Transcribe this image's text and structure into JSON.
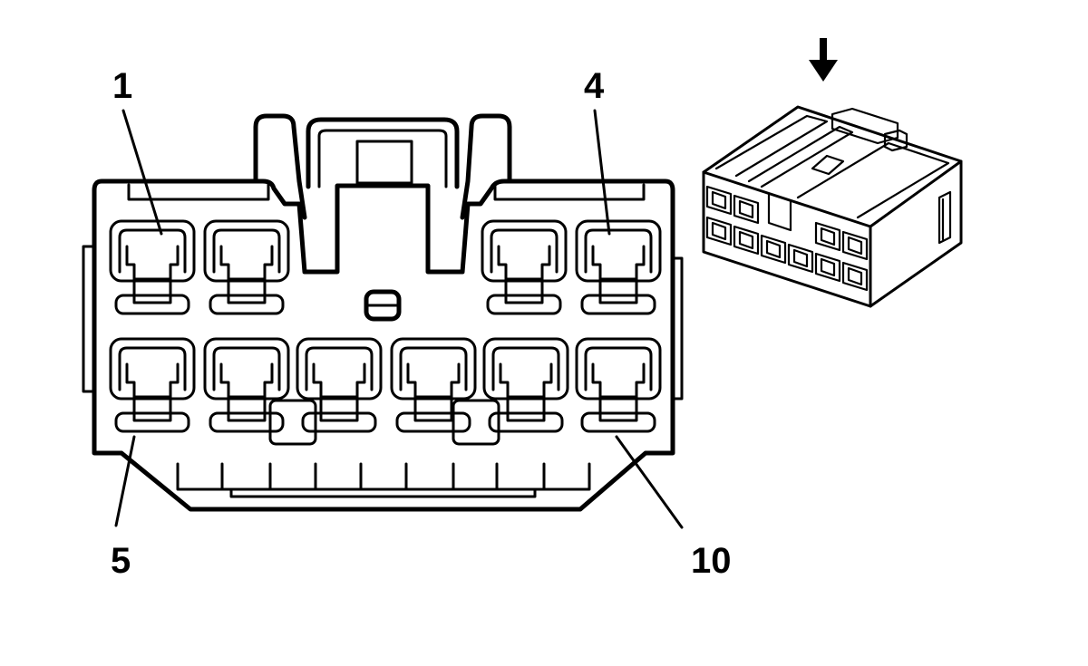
{
  "pin_labels": {
    "pin1": "1",
    "pin4": "4",
    "pin5": "5",
    "pin10": "10"
  },
  "colors": {
    "line": "#000000",
    "background": "#ffffff"
  },
  "icons": {
    "view_direction": "arrow-down-icon"
  }
}
